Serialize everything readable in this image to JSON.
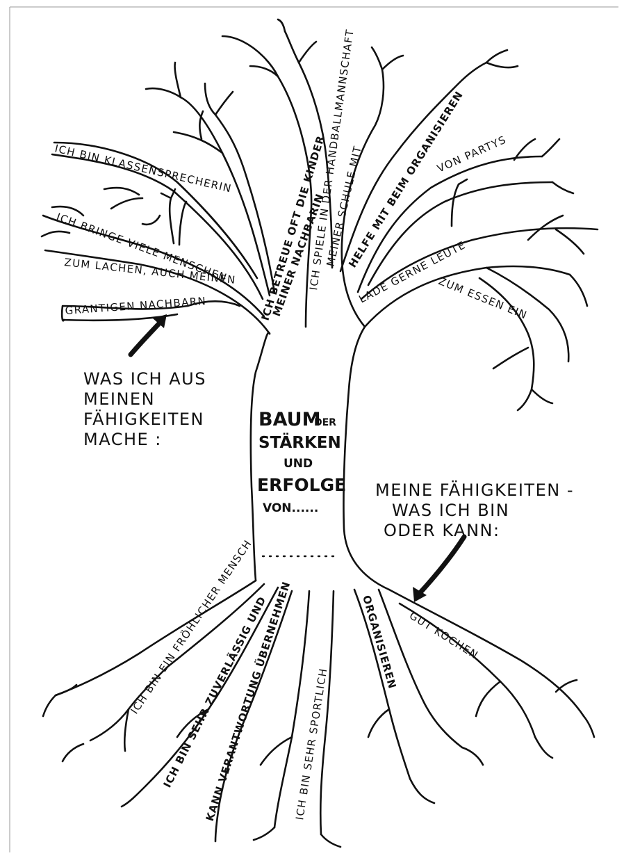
{
  "title": {
    "line1": "BAUM",
    "line1_small": "DER",
    "line2": "STÄRKEN",
    "line3": "UND",
    "line4": "ERFOLGE",
    "line5": "VON......"
  },
  "left_caption": [
    "WAS ICH AUS",
    "MEINEN",
    "FÄHIGKEITEN",
    "MACHE :"
  ],
  "right_caption": [
    "MEINE FÄHIGKEITEN -",
    "WAS ICH BIN",
    "ODER KANN:"
  ],
  "branches": {
    "handball": "ICH SPIELE IN DER HANDBALLMANNSCHAFT",
    "schule": "MEINER SCHULE MIT",
    "klassensprecher": "ICH BIN KLASSENSPRECHERIN",
    "betreue1": "ICH BETREUE OFT DIE KINDER",
    "betreue2": "MEINER NACHBARIN",
    "bringe1": "ICH BRINGE VIELE MENSCHEN",
    "bringe2": "ZUM LACHEN, AUCH MEINEN",
    "bringe3": "GRANTIGEN NACHBARN",
    "helfe": "HELFE MIT BEIM ORGANISIEREN",
    "partys": "VON PARTYS",
    "lade1": "LADE GERNE LEUTE",
    "lade2": "ZUM ESSEN EIN"
  },
  "roots": {
    "froehlich": "ICH BIN EIN FRÖHLICHER MENSCH",
    "zuverlaessig": "ICH BIN SEHR ZUVERLÄSSIG UND",
    "verantwortung": "KANN VERANTWORTUNG ÜBERNEHMEN",
    "sportlich": "ICH BIN SEHR SPORTLICH",
    "organisieren": "ORGANISIEREN",
    "kochen": "GUT KOCHEN"
  },
  "colors": {
    "ink": "#111111",
    "paper": "#ffffff"
  }
}
